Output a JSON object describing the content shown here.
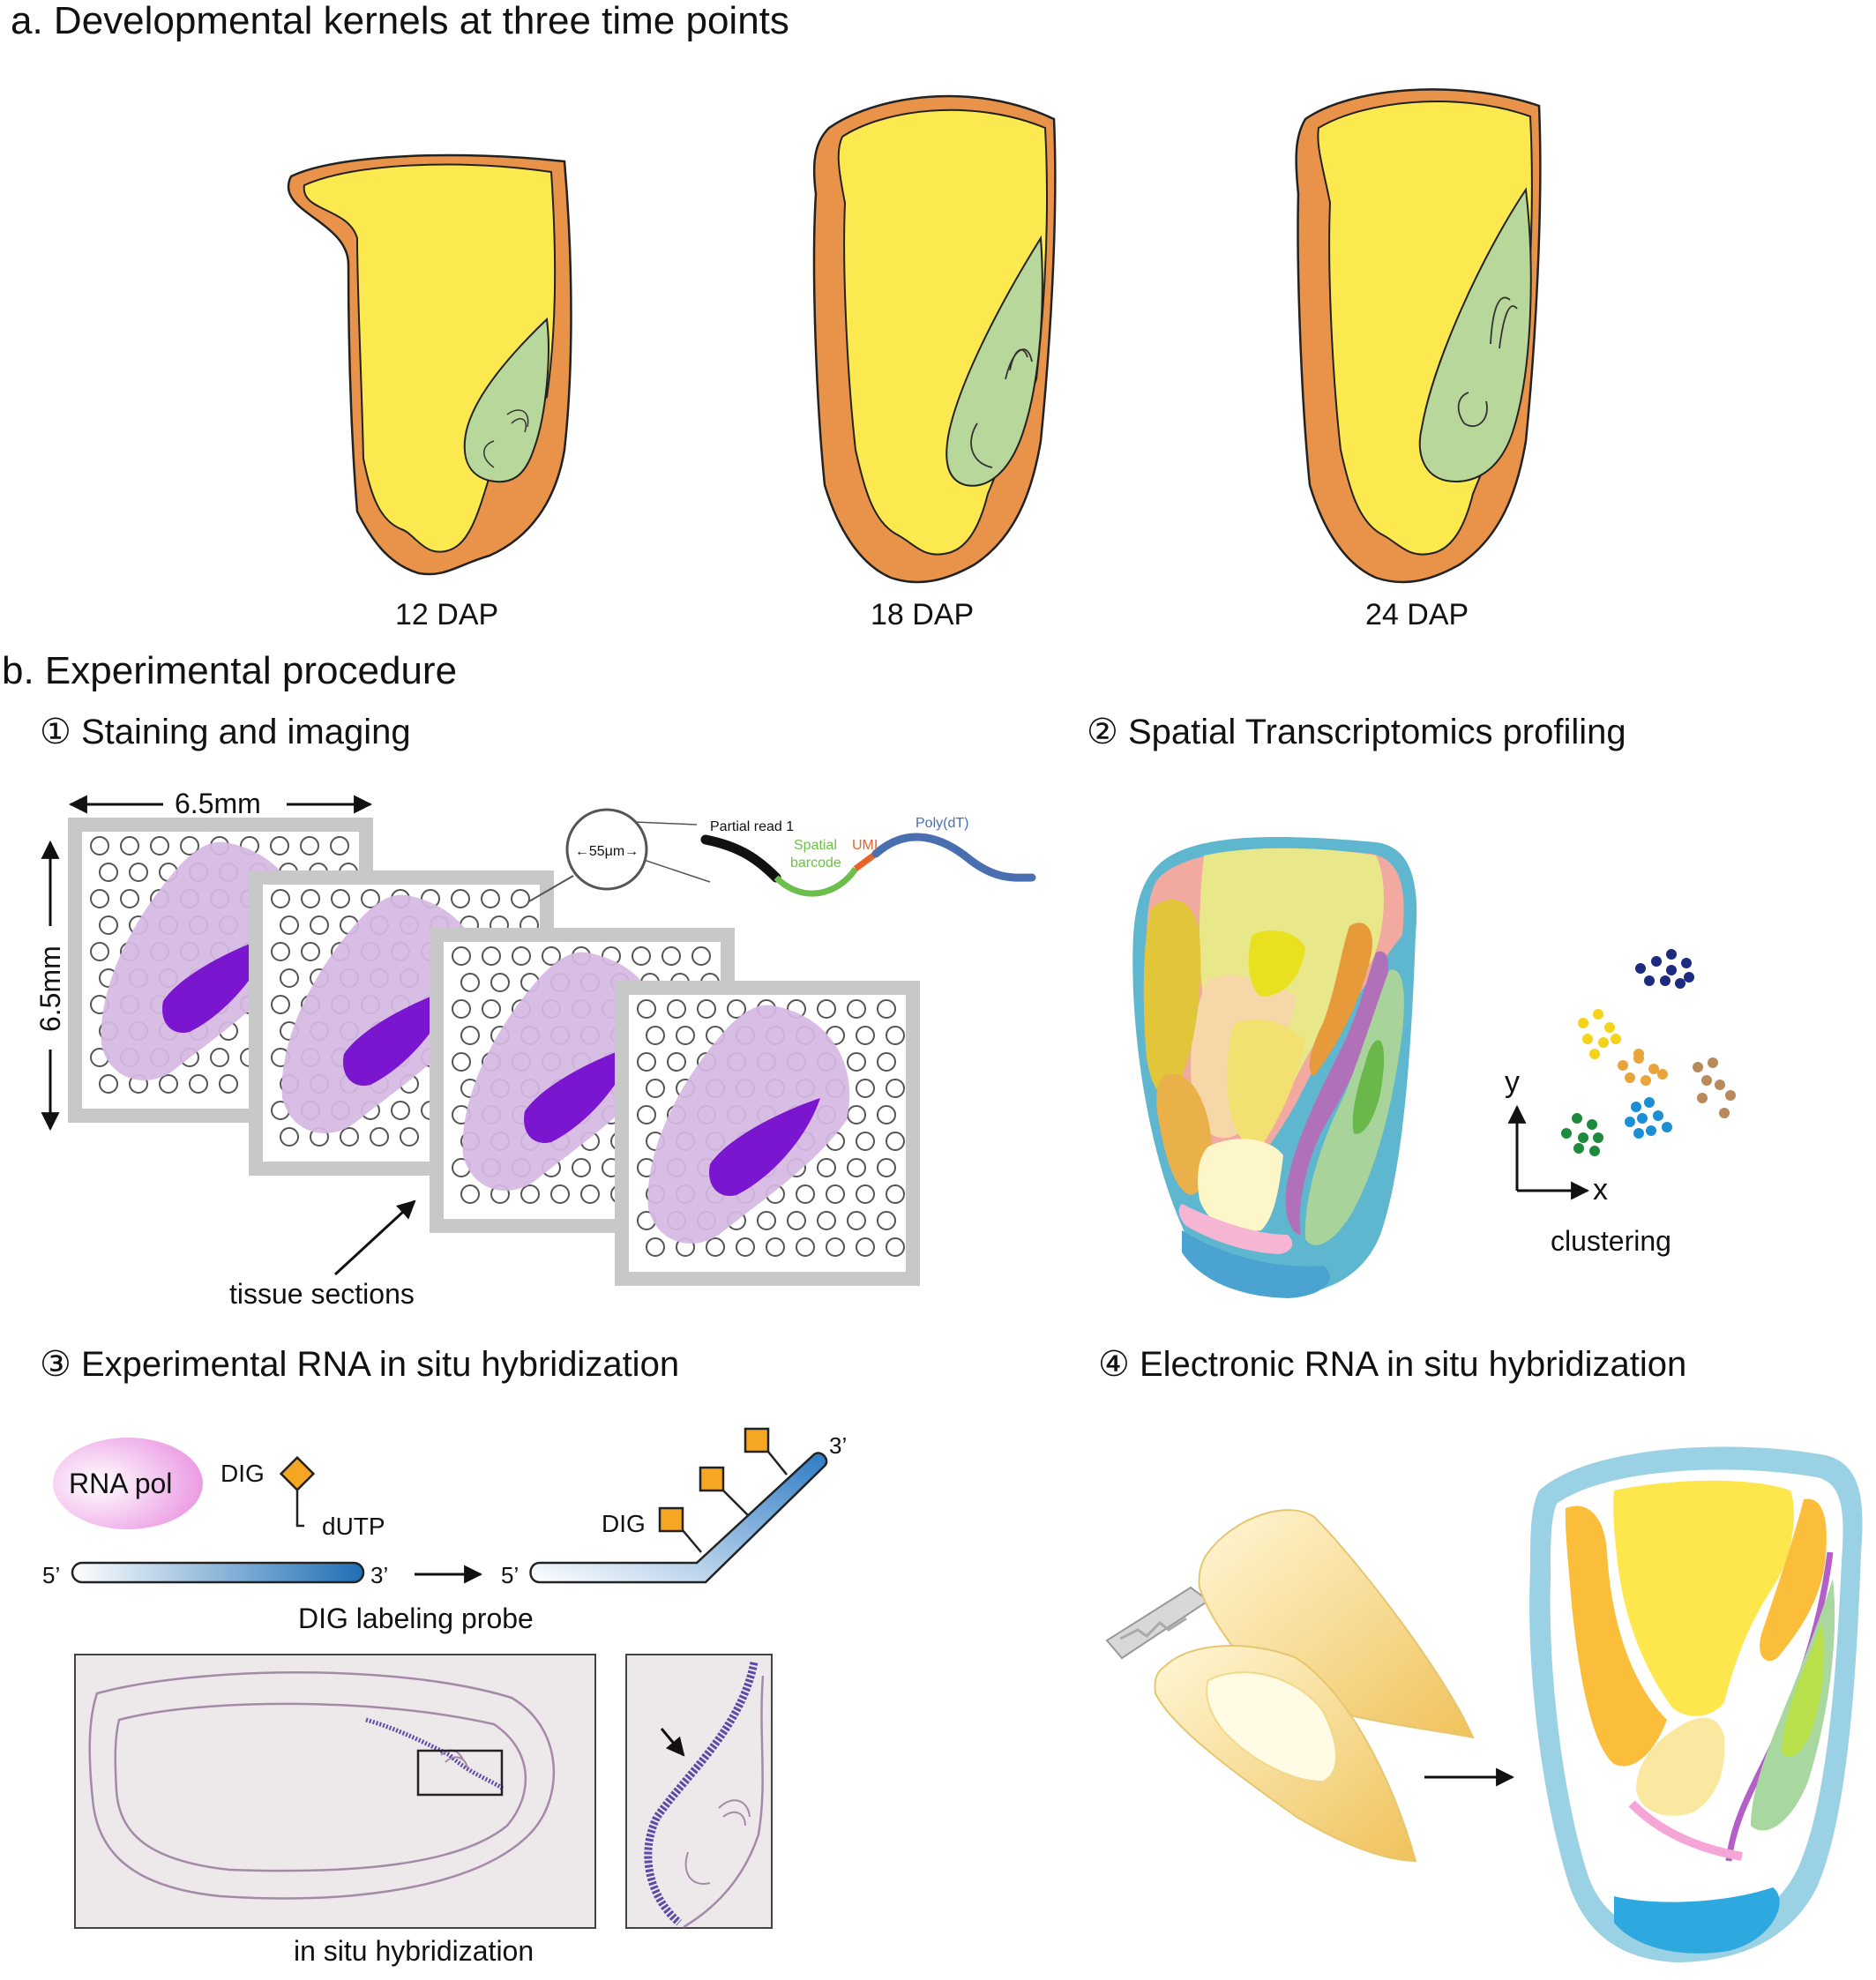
{
  "panel_a": {
    "title": "a. Developmental kernels at three time points",
    "kernels": [
      {
        "label": "12  DAP"
      },
      {
        "label": "18  DAP"
      },
      {
        "label": "24  DAP"
      }
    ]
  },
  "panel_b": {
    "title": "b. Experimental procedure",
    "step1": {
      "title": "① Staining and imaging",
      "width_label": "6.5mm",
      "height_label": "6.5mm",
      "spot_label": "55μm",
      "probe_labels": {
        "partial_read": "Partial read 1",
        "spatial": "Spatial",
        "barcode": "barcode",
        "umi": "UMI",
        "polydt": "Poly(dT)"
      },
      "sections_label": "tissue sections"
    },
    "step2": {
      "title": "② Spatial Transcriptomics profiling",
      "axis_y": "y",
      "axis_x": "x",
      "clustering_label": "clustering"
    },
    "step3": {
      "title": "③ Experimental RNA in situ hybridization",
      "rna_pol": "RNA pol",
      "dig": "DIG",
      "dutp": "dUTP",
      "five_prime": "5’",
      "three_prime": "3’",
      "probe_label": "DIG labeling probe",
      "ish_label": "in situ hybridization"
    },
    "step4": {
      "title": "④ Electronic RNA in situ hybridization"
    }
  },
  "colors": {
    "pericarp": "#e8924a",
    "endosperm": "#fce94f",
    "embryo": "#b8d79b",
    "tissue": "#d5b8e3",
    "embryo_stain": "#7a16d0",
    "barcode_green": "#6cbf4a",
    "umi_orange": "#e8632a",
    "polydt_blue": "#4a6fb0"
  }
}
